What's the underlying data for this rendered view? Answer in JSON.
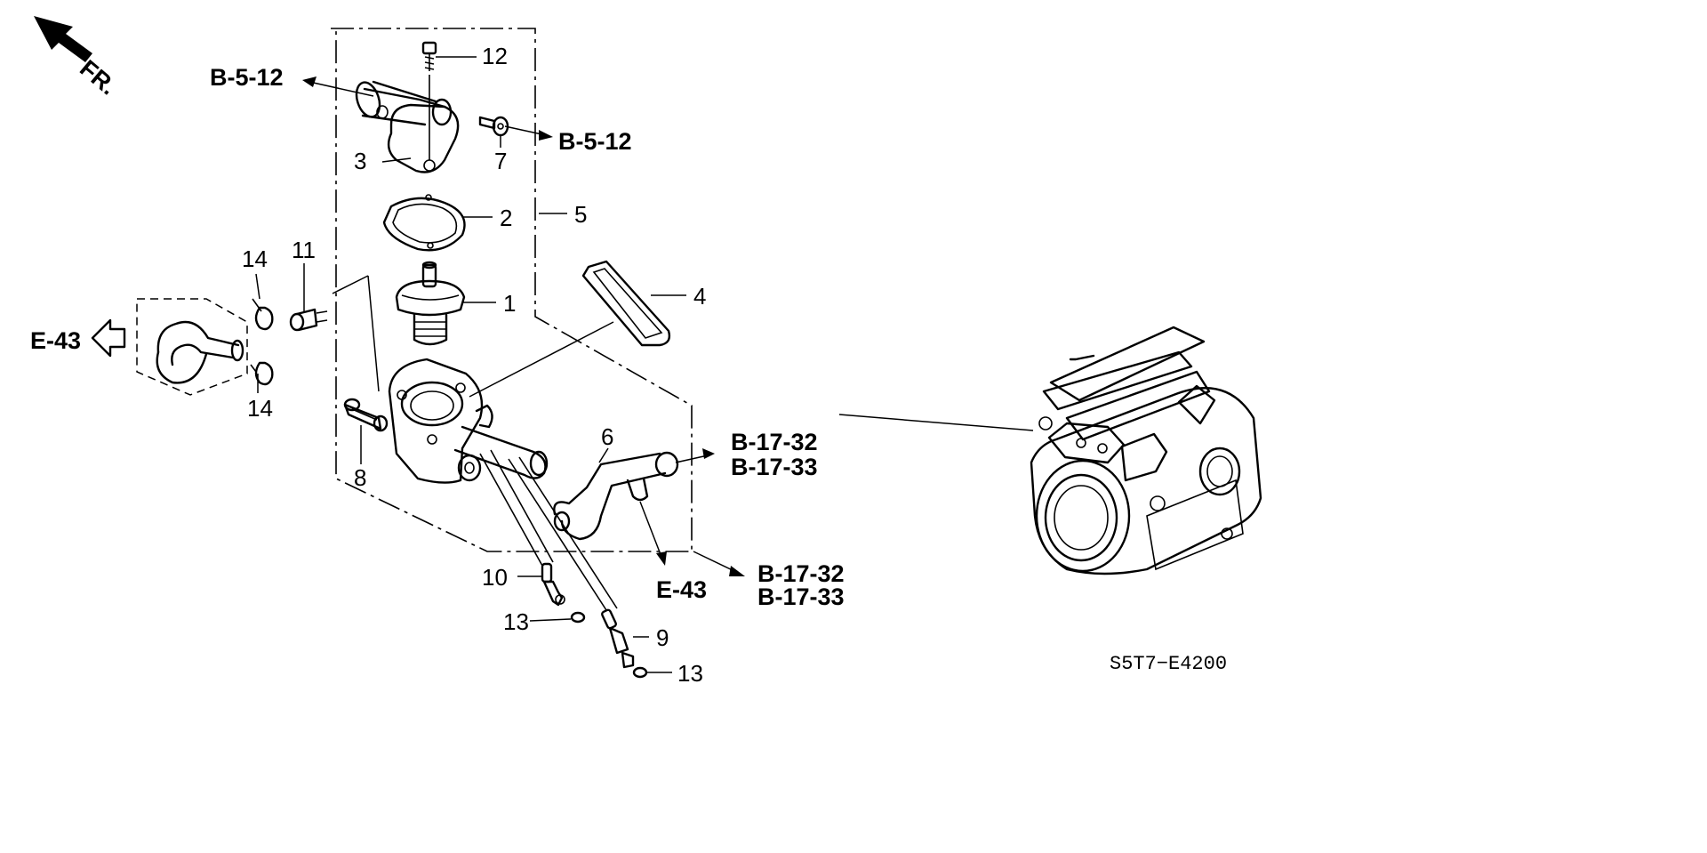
{
  "direction_label": "FR.",
  "part_numbers": {
    "p1": "1",
    "p2": "2",
    "p3": "3",
    "p4": "4",
    "p5": "5",
    "p6": "6",
    "p7": "7",
    "p8": "8",
    "p9": "9",
    "p10": "10",
    "p11": "11",
    "p12": "12",
    "p13a": "13",
    "p13b": "13",
    "p14a": "14",
    "p14b": "14"
  },
  "references": {
    "b512_left": "B-5-12",
    "b512_right": "B-5-12",
    "e43_left": "E-43",
    "e43_bottom": "E-43",
    "b1732_upper": "B-17-32",
    "b1733_upper": "B-17-33",
    "b1732_lower": "B-17-32",
    "b1733_lower": "B-17-33"
  },
  "diagram_code": "S5T7−E4200"
}
